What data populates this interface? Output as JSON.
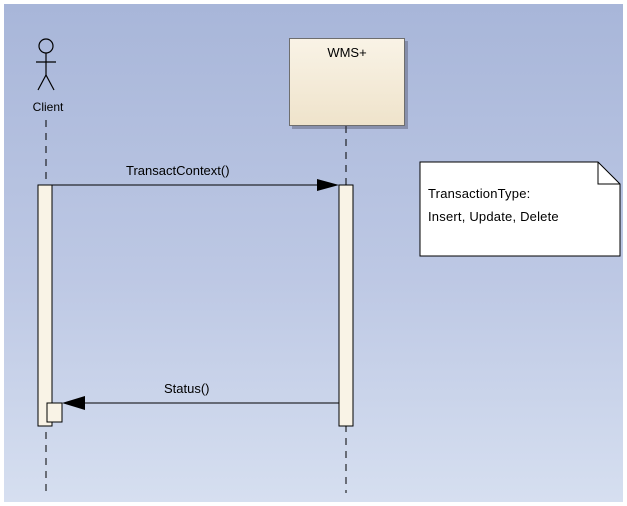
{
  "diagram": {
    "actor": {
      "label": "Client",
      "icon": "stick-figure-actor-icon"
    },
    "lifeline": {
      "label": "WMS+"
    },
    "messages": [
      {
        "label": "TransactContext()"
      },
      {
        "label": "Status()"
      }
    ],
    "note": {
      "lines": [
        "TransactionType:",
        "Insert, Update, Delete"
      ]
    }
  }
}
